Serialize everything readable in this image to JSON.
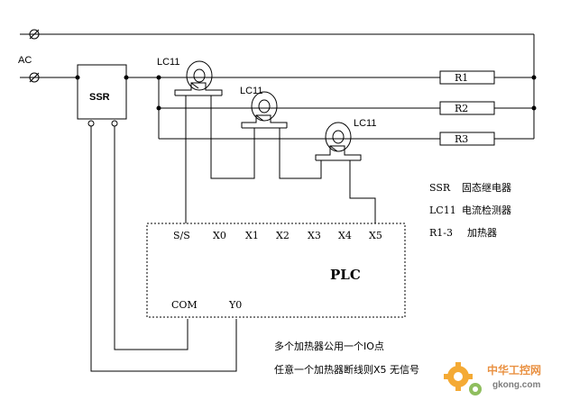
{
  "supply": {
    "label": "AC"
  },
  "ssr": {
    "label": "SSR"
  },
  "sensors": [
    {
      "label": "LC11"
    },
    {
      "label": "LC11"
    },
    {
      "label": "LC11"
    }
  ],
  "heaters": [
    {
      "label": "R1"
    },
    {
      "label": "R2"
    },
    {
      "label": "R3"
    }
  ],
  "plc": {
    "title": "PLC",
    "inputs": [
      "S/S",
      "X0",
      "X1",
      "X2",
      "X3",
      "X4",
      "X5"
    ],
    "outputs": [
      "COM",
      "Y0"
    ]
  },
  "legend": [
    {
      "code": "SSR",
      "desc": "固态继电器"
    },
    {
      "code": "LC11",
      "desc": "电流检测器"
    },
    {
      "code": "R1-3",
      "desc": "加热器"
    }
  ],
  "notes": [
    "多个加热器公用一个IO点",
    "任意一个加热器断线则X5 无信号"
  ],
  "watermark": {
    "name": "中华工控网",
    "url": "gkong.com"
  }
}
